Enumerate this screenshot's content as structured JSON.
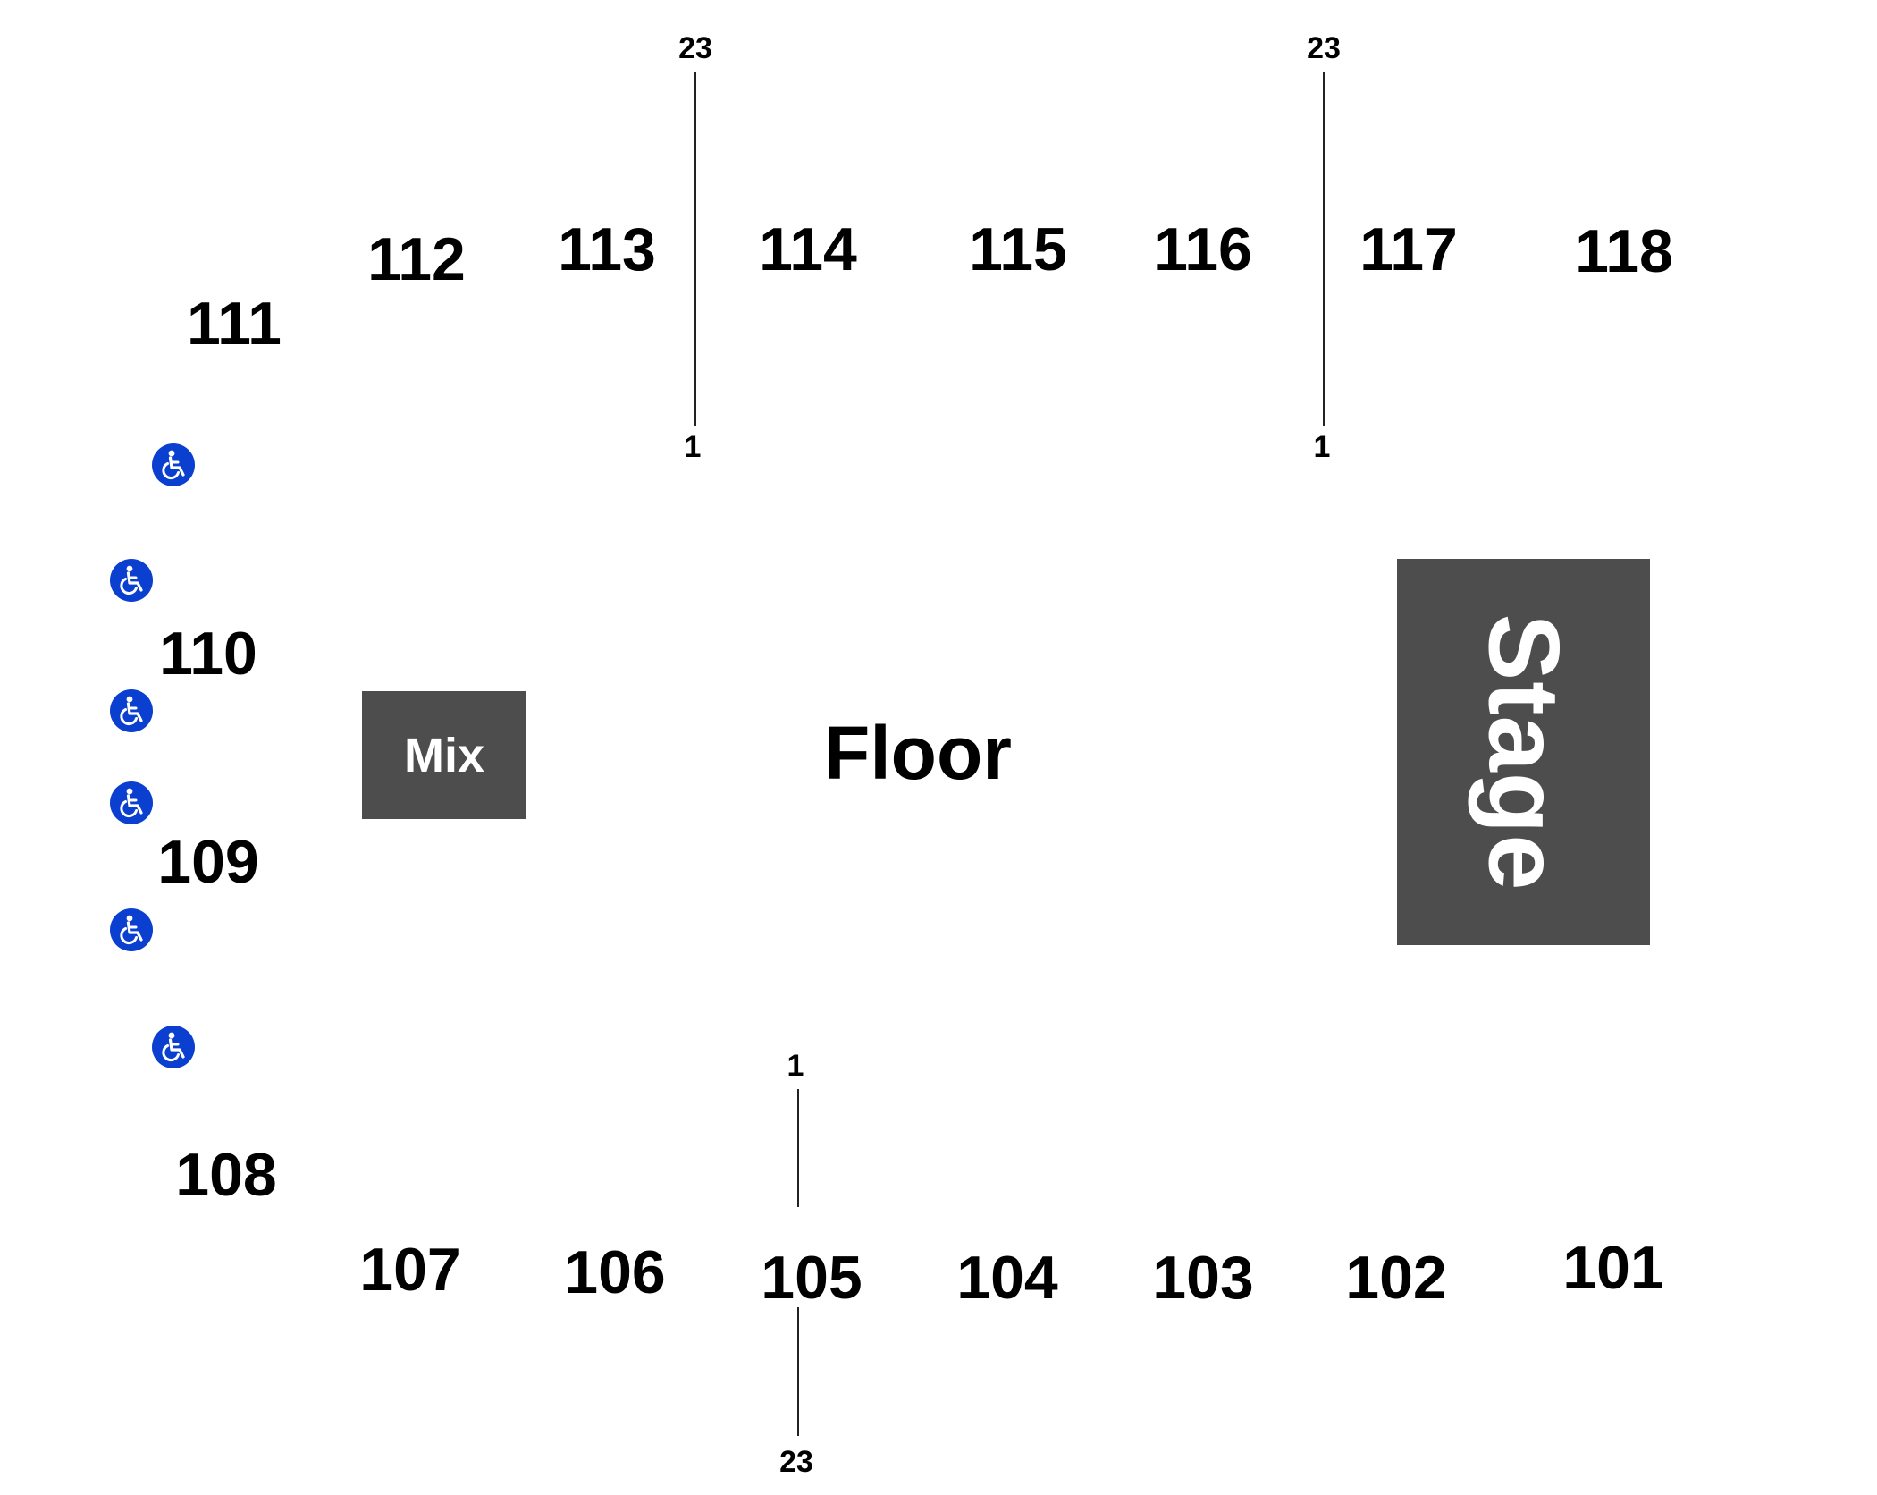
{
  "sections": [
    "101",
    "102",
    "103",
    "104",
    "105",
    "106",
    "107",
    "108",
    "109",
    "110",
    "111",
    "112",
    "113",
    "114",
    "115",
    "116",
    "117",
    "118"
  ],
  "areas": {
    "floor": "Floor",
    "mix": "Mix",
    "stage": "Stage"
  },
  "row_markers": [
    {
      "section": "113-114",
      "top": "23",
      "bottom": "1"
    },
    {
      "section": "116-117",
      "top": "23",
      "bottom": "1"
    },
    {
      "section": "105",
      "top": "1",
      "bottom": "23"
    }
  ],
  "accessible_seating_icon": "wheelchair-icon",
  "accessible_seating_count": 6,
  "colors": {
    "block": "#4d4d4d",
    "accessible": "#0a3fd0",
    "text": "#000000",
    "background": "#ffffff"
  }
}
